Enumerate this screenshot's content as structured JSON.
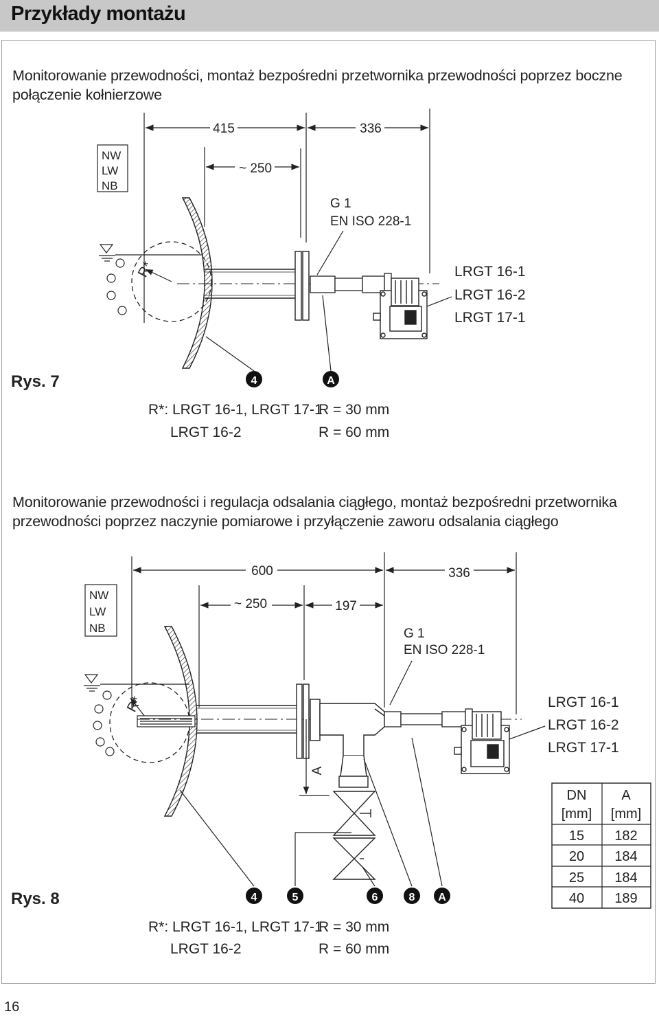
{
  "header": {
    "title": "Przykłady montażu"
  },
  "page_number": "16",
  "figure7": {
    "caption_line1": "Monitorowanie przewodności, montaż bezpośredni przetwornika przewodności poprzez boczne",
    "caption_line2": "połączenie kołnierzowe",
    "label": "Rys. 7",
    "dim_415": "415",
    "dim_336": "336",
    "dim_250": "~ 250",
    "level_box": [
      "NW",
      "LW",
      "NB"
    ],
    "thread_1": "G 1",
    "thread_2": "EN ISO 228-1",
    "r_star": "R*",
    "devices": [
      "LRGT 16-1",
      "LRGT 16-2",
      "LRGT 17-1"
    ],
    "markers": [
      "4",
      "A"
    ],
    "note_row1_left": "R*: LRGT 16-1, LRGT 17-1",
    "note_row1_right": "R = 30 mm",
    "note_row2_left": "LRGT 16-2",
    "note_row2_right": "R = 60 mm"
  },
  "figure8": {
    "caption_line1": "Monitorowanie przewodności i regulacja odsalania ciągłego, montaż bezpośredni przetwornika",
    "caption_line2": "przewodności poprzez naczynie pomiarowe i przyłączenie zaworu odsalania ciągłego",
    "label": "Rys. 8",
    "dim_600": "600",
    "dim_336": "336",
    "dim_250": "~ 250",
    "dim_197": "197",
    "dim_a": "A",
    "level_box": [
      "NW",
      "LW",
      "NB"
    ],
    "thread_1": "G 1",
    "thread_2": "EN ISO 228-1",
    "r_star": "R*",
    "devices": [
      "LRGT 16-1",
      "LRGT 16-2",
      "LRGT 17-1"
    ],
    "markers": [
      "4",
      "5",
      "6",
      "8",
      "A"
    ],
    "table": {
      "headers": [
        [
          "DN",
          "[mm]"
        ],
        [
          "A",
          "[mm]"
        ]
      ],
      "rows": [
        [
          "15",
          "182"
        ],
        [
          "20",
          "184"
        ],
        [
          "25",
          "184"
        ],
        [
          "40",
          "189"
        ]
      ]
    },
    "note_row1_left": "R*: LRGT 16-1, LRGT 17-1",
    "note_row1_right": "R = 30 mm",
    "note_row2_left": "LRGT 16-2",
    "note_row2_right": "R = 60 mm"
  }
}
